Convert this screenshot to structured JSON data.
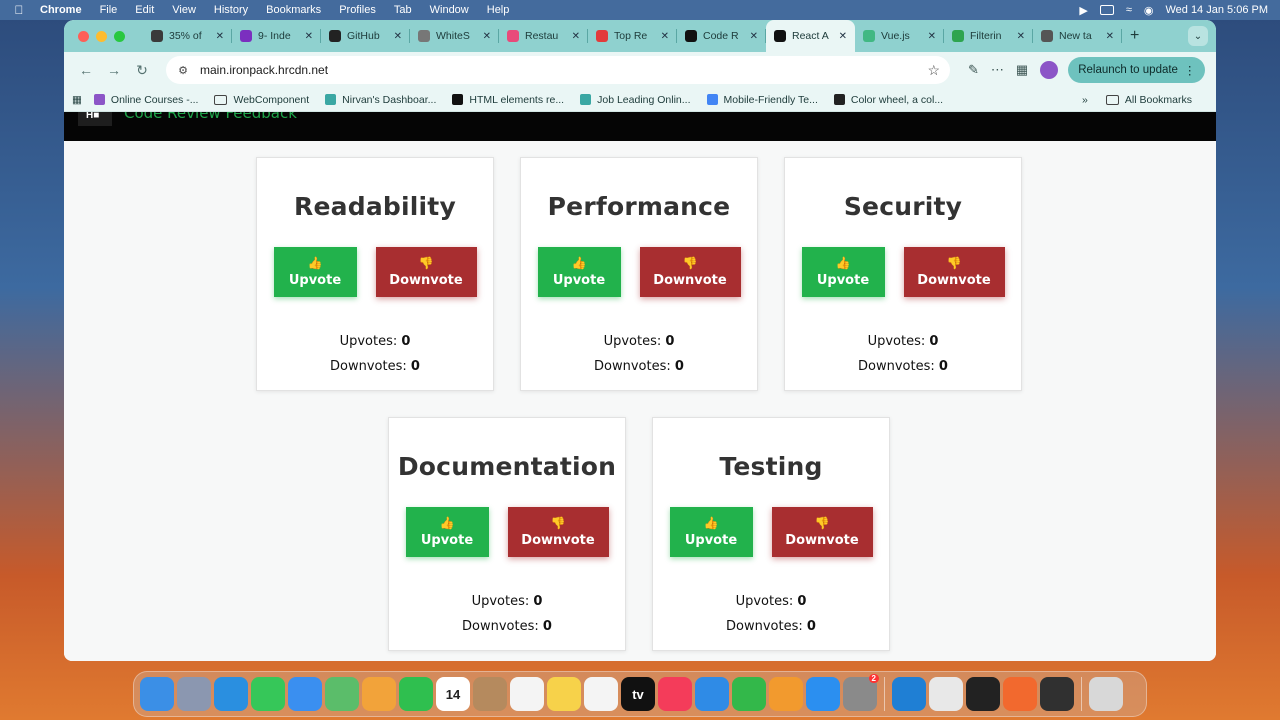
{
  "menubar": {
    "app": "Chrome",
    "items": [
      "File",
      "Edit",
      "View",
      "History",
      "Bookmarks",
      "Profiles",
      "Tab",
      "Window",
      "Help"
    ],
    "clock": "Wed 14 Jan  5:06 PM"
  },
  "tabs": [
    {
      "label": "35% of",
      "color": "#3a3a3a"
    },
    {
      "label": "9- Inde",
      "color": "#7b2fbf"
    },
    {
      "label": "GitHub",
      "color": "#222222"
    },
    {
      "label": "WhiteS",
      "color": "#777777"
    },
    {
      "label": "Restau",
      "color": "#e84a7a"
    },
    {
      "label": "Top Re",
      "color": "#e23b3b"
    },
    {
      "label": "Code R",
      "color": "#111111"
    },
    {
      "label": "React A",
      "color": "#111111",
      "active": true
    },
    {
      "label": "Vue.js",
      "color": "#41b883"
    },
    {
      "label": "Filterin",
      "color": "#2ea44f"
    },
    {
      "label": "New ta",
      "color": "#555555"
    }
  ],
  "address": {
    "url": "main.ironpack.hrcdn.net"
  },
  "relaunch_label": "Relaunch to update",
  "bookmarks": [
    {
      "label": "Online Courses -...",
      "color": "#8c55c7"
    },
    {
      "label": "WebComponent",
      "folder": true
    },
    {
      "label": "Nirvan's Dashboar...",
      "color": "#3aa7a3"
    },
    {
      "label": "HTML elements re...",
      "color": "#111111"
    },
    {
      "label": "Job Leading Onlin...",
      "color": "#3aa7a3"
    },
    {
      "label": "Mobile-Friendly Te...",
      "color": "#4285f4"
    },
    {
      "label": "Color wheel, a col...",
      "color": "#222222"
    }
  ],
  "all_bookmarks": "All Bookmarks",
  "page": {
    "header_title": "Code Review Feedback",
    "upvote_label": "Upvote",
    "downvote_label": "Downvote",
    "upvote_emoji": "👍",
    "downvote_emoji": "👎",
    "upvotes_prefix": "Upvotes: ",
    "downvotes_prefix": "Downvotes: ",
    "categories": [
      {
        "name": "Readability",
        "upvotes": "0",
        "downvotes": "0"
      },
      {
        "name": "Performance",
        "upvotes": "0",
        "downvotes": "0"
      },
      {
        "name": "Security",
        "upvotes": "0",
        "downvotes": "0"
      },
      {
        "name": "Documentation",
        "upvotes": "0",
        "downvotes": "0"
      },
      {
        "name": "Testing",
        "upvotes": "0",
        "downvotes": "0"
      }
    ]
  },
  "dock": {
    "apps": [
      {
        "name": "finder-icon",
        "color": "#3b8fe6"
      },
      {
        "name": "launchpad-icon",
        "color": "#8b97b0"
      },
      {
        "name": "safari-icon",
        "color": "#2a8fe0"
      },
      {
        "name": "messages-icon",
        "color": "#36c759"
      },
      {
        "name": "mail-icon",
        "color": "#3a8ff0"
      },
      {
        "name": "maps-icon",
        "color": "#5bbd6a"
      },
      {
        "name": "photos-icon",
        "color": "#f2a33a"
      },
      {
        "name": "facetime-icon",
        "color": "#2fbf4f"
      },
      {
        "name": "calendar-icon",
        "color": "#ffffff",
        "text": "14"
      },
      {
        "name": "contacts-icon",
        "color": "#b58a5e"
      },
      {
        "name": "reminders-icon",
        "color": "#f4f4f4"
      },
      {
        "name": "notes-icon",
        "color": "#f7d24a"
      },
      {
        "name": "freeform-icon",
        "color": "#f4f4f4"
      },
      {
        "name": "tv-icon",
        "color": "#111111",
        "text": "tv"
      },
      {
        "name": "music-icon",
        "color": "#f43c5a"
      },
      {
        "name": "keynote-icon",
        "color": "#2f8be6"
      },
      {
        "name": "numbers-icon",
        "color": "#33b84a"
      },
      {
        "name": "pages-icon",
        "color": "#f29a2e"
      },
      {
        "name": "app-store-icon",
        "color": "#2b8ff0"
      },
      {
        "name": "system-settings-icon",
        "color": "#8a8a8a",
        "badge": "2"
      },
      {
        "name": "vscode-icon",
        "color": "#1f7fd4"
      },
      {
        "name": "chrome-icon",
        "color": "#e8e8e8"
      },
      {
        "name": "terminal-icon",
        "color": "#222222"
      },
      {
        "name": "pen-icon",
        "color": "#f2692e"
      },
      {
        "name": "obs-icon",
        "color": "#303030"
      },
      {
        "name": "trash-icon",
        "color": "#d8d8d8"
      }
    ]
  }
}
